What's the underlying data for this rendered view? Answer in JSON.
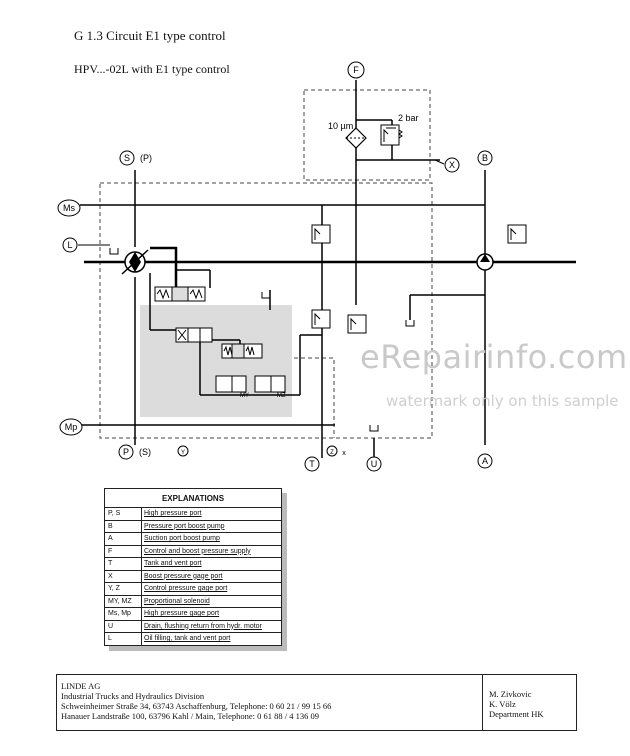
{
  "title": "G 1.3 Circuit E1 type control",
  "subtitle": "HPV...-02L with E1 type control",
  "ports": {
    "F": "F",
    "S_P": "S",
    "S_P_suffix": "(P)",
    "P_S": "P",
    "P_S_suffix": "(S)",
    "B": "B",
    "A": "A",
    "T": "T",
    "U": "U",
    "X": "X",
    "Ms": "Ms",
    "Mp": "Mp",
    "L": "L",
    "Y": "Y",
    "Z": "Z",
    "Z_suffix": "x"
  },
  "component_labels": {
    "filter": "10 µm",
    "relief": "2 bar",
    "MY": "MY",
    "MZ": "MZ"
  },
  "watermark": {
    "brand": "eRepairinfo.com",
    "note": "watermark only on this sample"
  },
  "explanations": {
    "title": "EXPLANATIONS",
    "rows": [
      {
        "key": "P, S",
        "desc": "High pressure port"
      },
      {
        "key": "B",
        "desc": "Pressure port boost pump"
      },
      {
        "key": "A",
        "desc": "Suction port boost pump"
      },
      {
        "key": "F",
        "desc": "Control and boost pressure supply"
      },
      {
        "key": "T",
        "desc": "Tank and vent port"
      },
      {
        "key": "X",
        "desc": "Boost pressure gage port"
      },
      {
        "key": "Y, Z",
        "desc": "Control pressure gage port"
      },
      {
        "key": "MY, MZ",
        "desc": "Proportional solenoid"
      },
      {
        "key": "Ms, Mp",
        "desc": "High pressure gage port"
      },
      {
        "key": "U",
        "desc": "Drain, flushing return from hydr. motor"
      },
      {
        "key": "L",
        "desc": "Oil filling, tank and vent port"
      }
    ]
  },
  "footer": {
    "company": "LINDE AG",
    "division": "Industrial Trucks and Hydraulics Division",
    "address1": "Schweinheimer Straße 34, 63743 Aschaffenburg,  Telephone: 0 60 21 / 99 15 66",
    "address2": "Hanauer Landstraße 100, 63796 Kahl / Main,  Telephone: 0 61 88 / 4 136 09",
    "name1": "M. Zivkovic",
    "name2": "K. Völz",
    "dept": "Department HK"
  }
}
